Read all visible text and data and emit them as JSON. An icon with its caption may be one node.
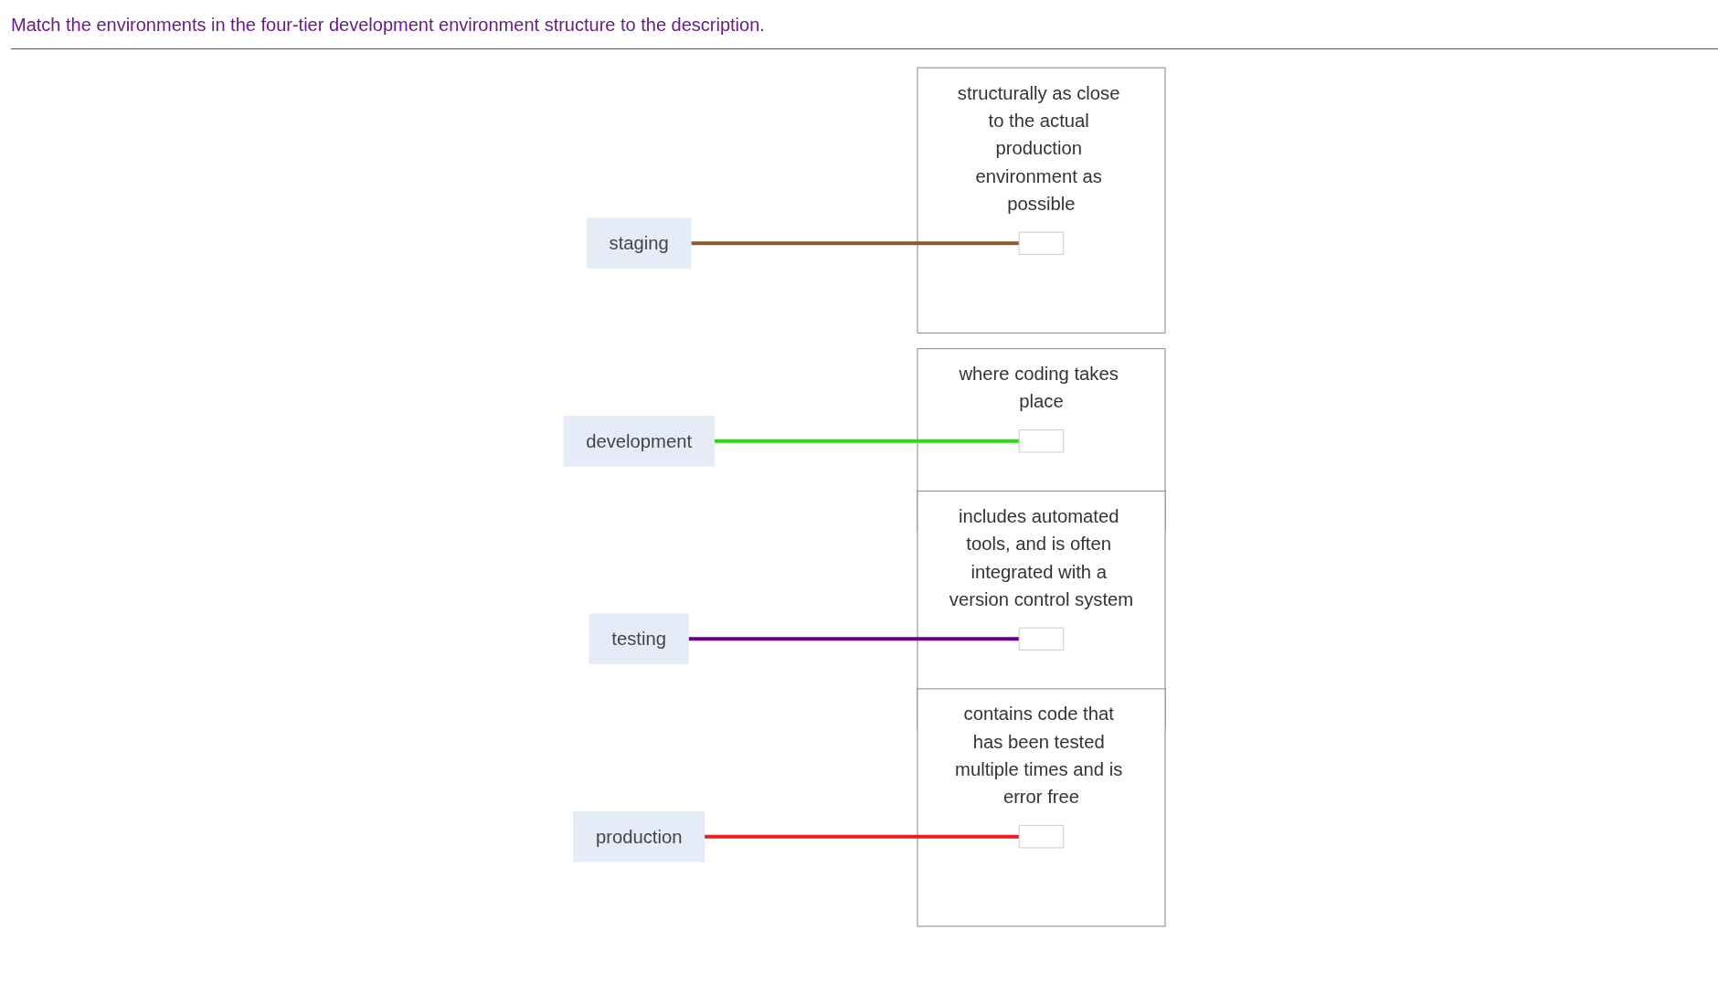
{
  "diagram": {
    "title": "Match the environments in the four-tier development environment structure to the description.",
    "nodes": [
      {
        "text": [
          "development"
        ]
      },
      {
        "text": [
          "testing"
        ]
      },
      {
        "text": [
          "staging"
        ]
      },
      {
        "text": [
          "production"
        ]
      },
      {
        "text": [
          "contains code that has been tested multiple times and is error free"
        ]
      },
      {
        "text": [],
        "shape": "box",
        "in": 4
      },
      {
        "text": [
          "includes automated tools, and is often integrated with a version control system"
        ]
      },
      {
        "text": [],
        "shape": "box",
        "in": 6
      },
      {
        "text": [
          "where coding takes place"
        ]
      },
      {
        "text": [],
        "shape": "box",
        "in": 8
      },
      {
        "text": [
          "structurally as close to the actual production environment as possible"
        ]
      },
      {
        "text": [],
        "shape": "box",
        "in": 10
      }
    ],
    "edges": [
      {
        "from": 0,
        "to": 9,
        "arrow": "none",
        "color": "#22dd11"
      },
      {
        "from": 1,
        "to": 7,
        "arrow": "none",
        "color": "#660088"
      },
      {
        "from": 2,
        "to": 11,
        "arrow": "none",
        "color": "#8b5a2b"
      },
      {
        "from": 3,
        "to": 5,
        "arrow": "none",
        "color": "#e02020"
      }
    ]
  }
}
